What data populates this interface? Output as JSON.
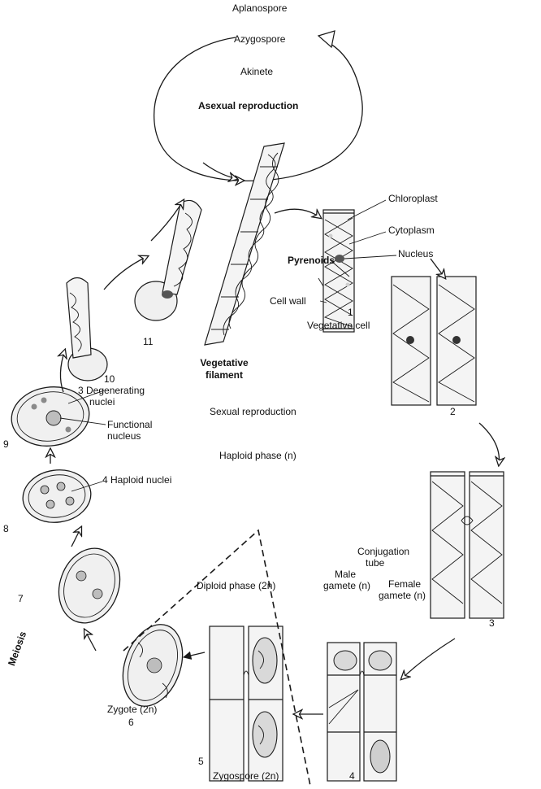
{
  "labels": {
    "aplanospore": "Aplanospore",
    "azygospore": "Azygospore",
    "akinete": "Akinete",
    "asexual": "Asexual reproduction",
    "chloroplast": "Chloroplast",
    "cytoplasm": "Cytoplasm",
    "pyrenoids": "Pyrenoids",
    "nucleus": "Nucleus",
    "cell_wall": "Cell wall",
    "vegetative_cell": "Vegetative cell",
    "vegetative_filament_1": "Vegetative",
    "vegetative_filament_2": "filament",
    "sexual": "Sexual reproduction",
    "haploid_phase": "Haploid phase (n)",
    "degenerating_1": "3 Degenerating",
    "degenerating_2": "nuclei",
    "functional_1": "Functional",
    "functional_2": "nucleus",
    "haploid_nuclei": "4 Haploid nuclei",
    "conjugation_1": "Conjugation",
    "conjugation_2": "tube",
    "male_1": "Male",
    "male_2": "gamete (n)",
    "female_1": "Female",
    "female_2": "gamete (n)",
    "diploid_phase": "Diploid phase (2n)",
    "meiosis": "Meiosis",
    "zygote": "Zygote (2n)",
    "zygospore": "Zygospore (2n)"
  },
  "stage_numbers": {
    "s1": "1",
    "s2": "2",
    "s3": "3",
    "s4": "4",
    "s5": "5",
    "s6": "6",
    "s7": "7",
    "s8": "8",
    "s9": "9",
    "s10": "10",
    "s11": "11"
  }
}
